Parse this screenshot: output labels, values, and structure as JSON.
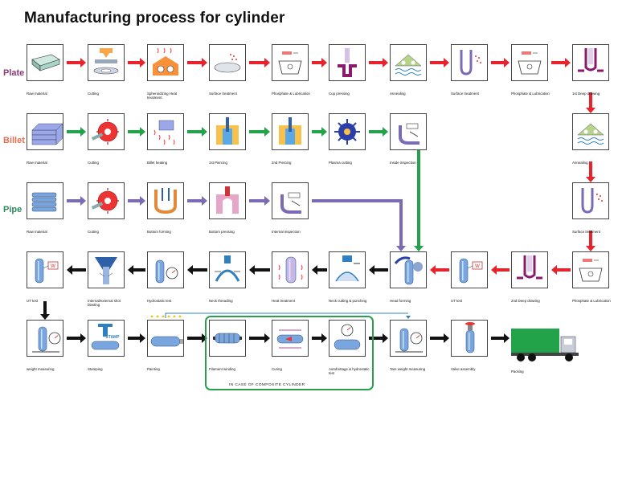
{
  "title": "Manufacturing  process  for cylinder",
  "row_labels": [
    {
      "key": "plate",
      "text": "Plate",
      "color": "#8a3a7a"
    },
    {
      "key": "billet",
      "text": "Billet",
      "color": "#e07050"
    },
    {
      "key": "pipe",
      "text": "Pipe",
      "color": "#2a8a5a"
    }
  ],
  "colors": {
    "red": "#e8232b",
    "green": "#22a34a",
    "purple": "#7b6bb5",
    "black": "#111111",
    "blue": "#2f7fc1",
    "frame": "#2aa04a"
  },
  "steps": {
    "plate": [
      "Raw material",
      "Cutting",
      "Spheroidizing Heat treatment",
      "Surface treatment",
      "Phosphate & Lubrication",
      "Cup pressing",
      "Annealing",
      "Surface treatment",
      "Phosphate & Lubrication",
      "1st Deep drawing"
    ],
    "billet": [
      "Raw material",
      "Cutting",
      "Billet heating",
      "1st Piercing",
      "2nd Piercing",
      "Plasma cutting",
      "Inside inspection"
    ],
    "billet_right": "Annealing",
    "pipe": [
      "Raw material",
      "Cutting",
      "Bottom forming",
      "Bottom pressing",
      "Internal inspection"
    ],
    "pipe_right": "Surface treatment",
    "row4": [
      "UT test",
      "Internal/external shot blasting",
      "Hydrostatic test",
      "Neck threading",
      "Heat treatment",
      "Neck cutting & punching",
      "Head forming",
      "UT test",
      "2nd Deep drawing",
      "Phosphate & Lubrication"
    ],
    "row5": [
      "weight measuring",
      "Stamping",
      "Painting",
      "Filament winding",
      "Curing",
      "Autofrettage & hydrostatic test",
      "Tare weight measuring",
      "Valve assembly",
      "Packing"
    ]
  },
  "icons": {
    "plate": [
      "slab-icon",
      "press-cutter-icon",
      "heat-furnace-icon",
      "disk-icon",
      "phosphate-tank-icon",
      "cup-press-icon",
      "annealing-furnace-icon",
      "u-tube-icon",
      "phosphate-tank-icon",
      "deep-draw-icon"
    ],
    "billet": [
      "billet-stack-icon",
      "saw-blade-icon",
      "billet-heat-icon",
      "piercing-icon",
      "piercing-icon",
      "plasma-cutter-icon",
      "inspection-probe-icon"
    ],
    "pipe": [
      "pipe-bundle-icon",
      "saw-blade-icon",
      "bottom-forming-icon",
      "bottom-press-icon",
      "inspection-probe-icon"
    ],
    "row4": [
      "ut-test-icon",
      "shot-blast-icon",
      "hydro-test-icon",
      "neck-thread-icon",
      "heat-treat-icon",
      "neck-cut-icon",
      "head-forming-icon",
      "ut-test-icon",
      "deep-draw-icon",
      "phosphate-tank-icon"
    ],
    "row5": [
      "scale-icon",
      "stamp-icon",
      "paint-icon",
      "filament-icon",
      "curing-icon",
      "autofrettage-icon",
      "tare-scale-icon",
      "valve-icon",
      "truck-icon"
    ]
  },
  "stamp_word": "STAMP",
  "composite_note": "IN CASE OF COMPOSITE CYLINDER"
}
